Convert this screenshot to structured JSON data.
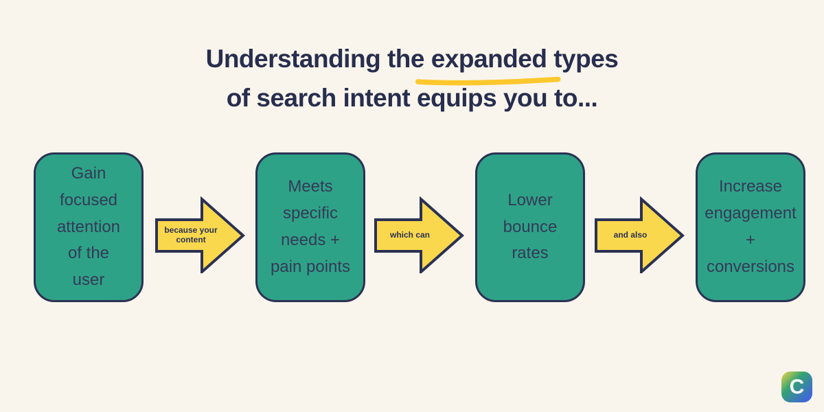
{
  "title": {
    "line1_pre": "Understanding the ",
    "line1_highlight": "expanded",
    "line1_post": " types",
    "line2": "of search intent equips you to..."
  },
  "flow": {
    "steps": [
      {
        "label": "Gain\nfocused\nattention\nof the\nuser"
      },
      {
        "label": "Meets\nspecific\nneeds +\npain points"
      },
      {
        "label": "Lower\nbounce\nrates"
      },
      {
        "label": "Increase\nengagement\n+\nconversions"
      }
    ],
    "connectors": [
      {
        "label": "because your content"
      },
      {
        "label": "which can"
      },
      {
        "label": "and also"
      }
    ]
  },
  "logo": {
    "letter": "C"
  },
  "colors": {
    "background": "#f9f5ec",
    "box_fill": "#2ea287",
    "outline_navy": "#2b3153",
    "title_navy": "#272e4e",
    "arrow_yellow": "#f9d84e",
    "swoosh_yellow": "#fdc82e",
    "logo_gradient": [
      "#f2d643",
      "#35a273",
      "#3f68d8"
    ]
  }
}
